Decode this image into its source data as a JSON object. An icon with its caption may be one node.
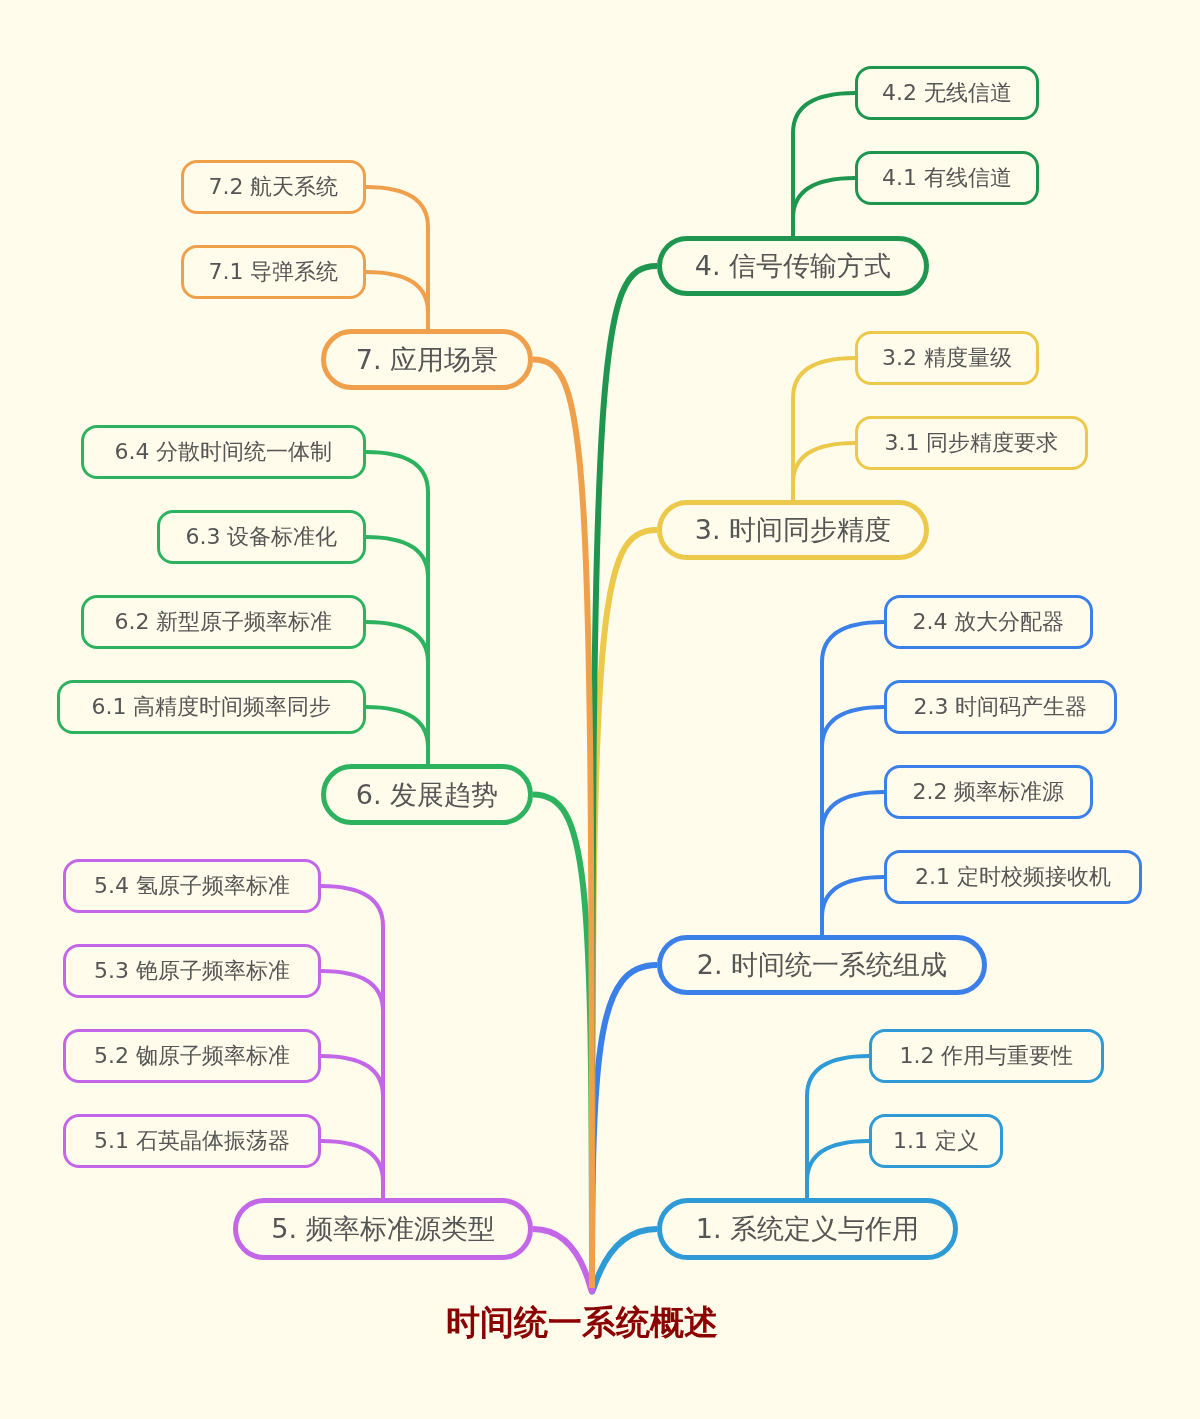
{
  "diagram": {
    "nodes": [
      {
        "text": [
          "时间统一系统概述"
        ]
      },
      {
        "text": [
          "1. 系统定义与作用"
        ]
      },
      {
        "text": [
          "1.1 定义"
        ]
      },
      {
        "text": [
          "1.2 作用与重要性"
        ]
      },
      {
        "text": [
          "2. 时间统一系统组成"
        ]
      },
      {
        "text": [
          "2.1 定时校频接收机"
        ]
      },
      {
        "text": [
          "2.2 频率标准源"
        ]
      },
      {
        "text": [
          "2.3 时间码产生器"
        ]
      },
      {
        "text": [
          "2.4 放大分配器"
        ]
      },
      {
        "text": [
          "3. 时间同步精度"
        ]
      },
      {
        "text": [
          "3.1 同步精度要求"
        ]
      },
      {
        "text": [
          "3.2 精度量级"
        ]
      },
      {
        "text": [
          "4. 信号传输方式"
        ]
      },
      {
        "text": [
          "4.1 有线信道"
        ]
      },
      {
        "text": [
          "4.2 无线信道"
        ]
      },
      {
        "text": [
          "5. 频率标准源类型"
        ]
      },
      {
        "text": [
          "5.1 石英晶体振荡器"
        ]
      },
      {
        "text": [
          "5.2 铷原子频率标准"
        ]
      },
      {
        "text": [
          "5.3 铯原子频率标准"
        ]
      },
      {
        "text": [
          "5.4 氢原子频率标准"
        ]
      },
      {
        "text": [
          "6. 发展趋势"
        ]
      },
      {
        "text": [
          "6.1 高精度时间频率同步"
        ]
      },
      {
        "text": [
          "6.2 新型原子频率标准"
        ]
      },
      {
        "text": [
          "6.3 设备标准化"
        ]
      },
      {
        "text": [
          "6.4 分散时间统一体制"
        ]
      },
      {
        "text": [
          "7. 应用场景"
        ]
      },
      {
        "text": [
          "7.1 导弹系统"
        ]
      },
      {
        "text": [
          "7.2 航天系统"
        ]
      }
    ],
    "edges": [
      {
        "from": 0,
        "to": 1,
        "arrow": "none",
        "color": "#2e9bd6"
      },
      {
        "from": 1,
        "to": 2,
        "arrow": "none",
        "color": "#2e9bd6"
      },
      {
        "from": 1,
        "to": 3,
        "arrow": "none",
        "color": "#2e9bd6"
      },
      {
        "from": 0,
        "to": 4,
        "arrow": "none",
        "color": "#3b7fe8"
      },
      {
        "from": 4,
        "to": 5,
        "arrow": "none",
        "color": "#3b7fe8"
      },
      {
        "from": 4,
        "to": 6,
        "arrow": "none",
        "color": "#3b7fe8"
      },
      {
        "from": 4,
        "to": 7,
        "arrow": "none",
        "color": "#3b7fe8"
      },
      {
        "from": 4,
        "to": 8,
        "arrow": "none",
        "color": "#3b7fe8"
      },
      {
        "from": 0,
        "to": 9,
        "arrow": "none",
        "color": "#ecc94b"
      },
      {
        "from": 9,
        "to": 10,
        "arrow": "none",
        "color": "#ecc94b"
      },
      {
        "from": 9,
        "to": 11,
        "arrow": "none",
        "color": "#ecc94b"
      },
      {
        "from": 0,
        "to": 12,
        "arrow": "none",
        "color": "#1f9650"
      },
      {
        "from": 12,
        "to": 13,
        "arrow": "none",
        "color": "#1f9650"
      },
      {
        "from": 12,
        "to": 14,
        "arrow": "none",
        "color": "#1f9650"
      },
      {
        "from": 0,
        "to": 15,
        "arrow": "none",
        "color": "#c466e8"
      },
      {
        "from": 15,
        "to": 16,
        "arrow": "none",
        "color": "#c466e8"
      },
      {
        "from": 15,
        "to": 17,
        "arrow": "none",
        "color": "#c466e8"
      },
      {
        "from": 15,
        "to": 18,
        "arrow": "none",
        "color": "#c466e8"
      },
      {
        "from": 15,
        "to": 19,
        "arrow": "none",
        "color": "#c466e8"
      },
      {
        "from": 0,
        "to": 20,
        "arrow": "none",
        "color": "#2db35f"
      },
      {
        "from": 20,
        "to": 21,
        "arrow": "none",
        "color": "#2db35f"
      },
      {
        "from": 20,
        "to": 22,
        "arrow": "none",
        "color": "#2db35f"
      },
      {
        "from": 20,
        "to": 23,
        "arrow": "none",
        "color": "#2db35f"
      },
      {
        "from": 20,
        "to": 24,
        "arrow": "none",
        "color": "#2db35f"
      },
      {
        "from": 0,
        "to": 25,
        "arrow": "none",
        "color": "#f0a04b"
      },
      {
        "from": 25,
        "to": 26,
        "arrow": "none",
        "color": "#f0a04b"
      },
      {
        "from": 25,
        "to": 27,
        "arrow": "none",
        "color": "#f0a04b"
      }
    ]
  }
}
